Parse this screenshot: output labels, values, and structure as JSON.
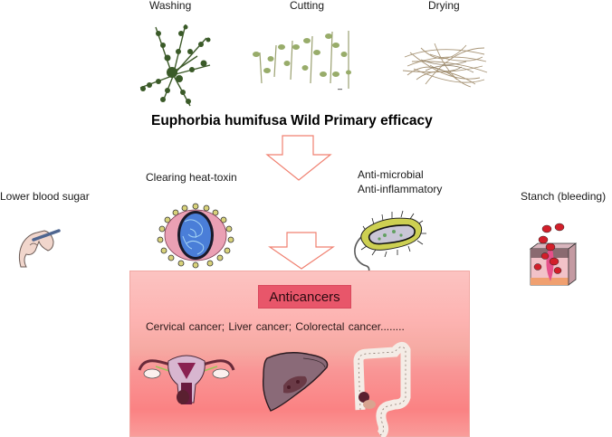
{
  "process_steps": [
    {
      "label": "Washing",
      "icon": "fresh-herb-plant"
    },
    {
      "label": "Cutting",
      "icon": "cut-herb-stems"
    },
    {
      "label": "Drying",
      "icon": "dried-herb-bundle"
    }
  ],
  "title": "Euphorbia humifusa Wild Primary efficacy",
  "efficacies": {
    "lower_blood_sugar": {
      "label": "Lower blood sugar",
      "icon": "hand-glucose-pen"
    },
    "clearing_heat": {
      "label": "Clearing heat-toxin",
      "icon": "virus"
    },
    "antimicrobial": {
      "line1": "Anti-microbial",
      "line2": "Anti-inflammatory",
      "icon": "bacterium"
    },
    "stanch": {
      "label": "Stanch (bleeding)",
      "icon": "bleeding-skin-section"
    }
  },
  "anticancer": {
    "label": "Anticancers",
    "diseases_text": "Cervical cancer;   Liver cancer;   Colorectal cancer........",
    "organs": [
      "uterus",
      "liver",
      "colon"
    ]
  },
  "colors": {
    "arrow_stroke": "#f08070",
    "box_top": "#fcc3c1",
    "box_bottom": "#fa8283",
    "pill_bg": "#e8566a"
  }
}
